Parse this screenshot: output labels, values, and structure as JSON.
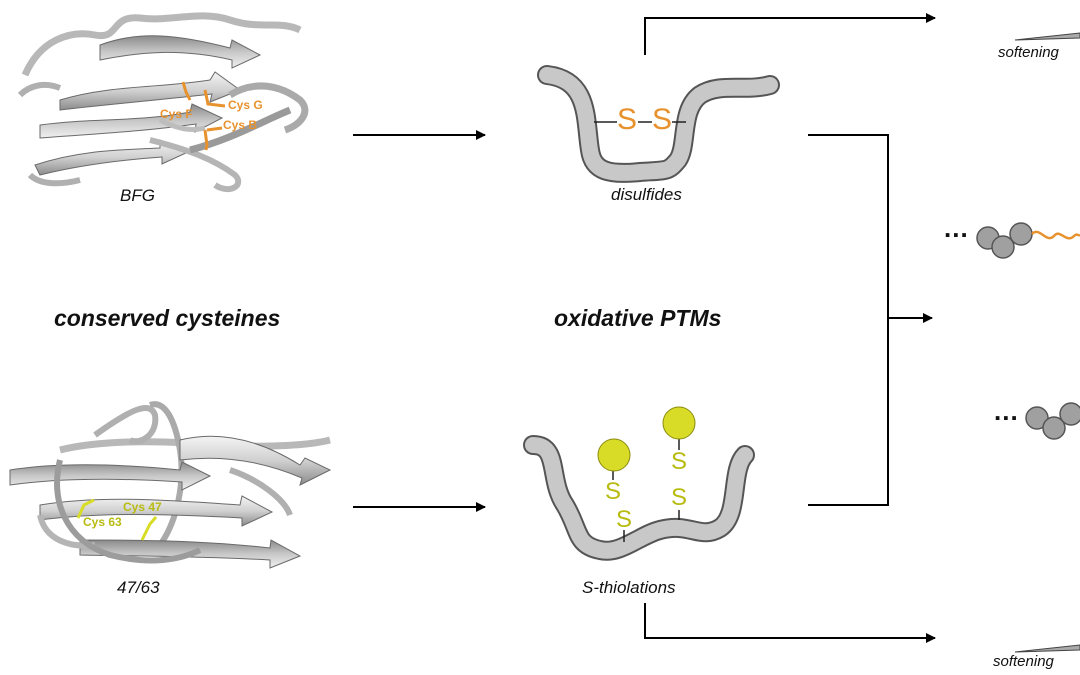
{
  "labels": {
    "bfg": "BFG",
    "c4763": "47/63",
    "conserved": "conserved cysteines",
    "oxidative": "oxidative PTMs",
    "disulfides": "disulfides",
    "sthiolations": "S-thiolations",
    "softening_top": "softening",
    "softening_bottom": "softening",
    "ellipsis_1": "...",
    "ellipsis_2": "..."
  },
  "cysteine_labels": {
    "cys_f": "Cys F",
    "cys_g": "Cys G",
    "cys_b": "Cys B",
    "cys_47": "Cys 47",
    "cys_63": "Cys 63"
  },
  "sulfur_glyph": "S",
  "colors": {
    "orange": "#e8922e",
    "yellow": "#d9dc26",
    "yellow_text": "#b8bb10",
    "chain_fill": "#c8c8c8",
    "bead": "#a0a0a0",
    "ribbon": "#d6d6d6"
  }
}
